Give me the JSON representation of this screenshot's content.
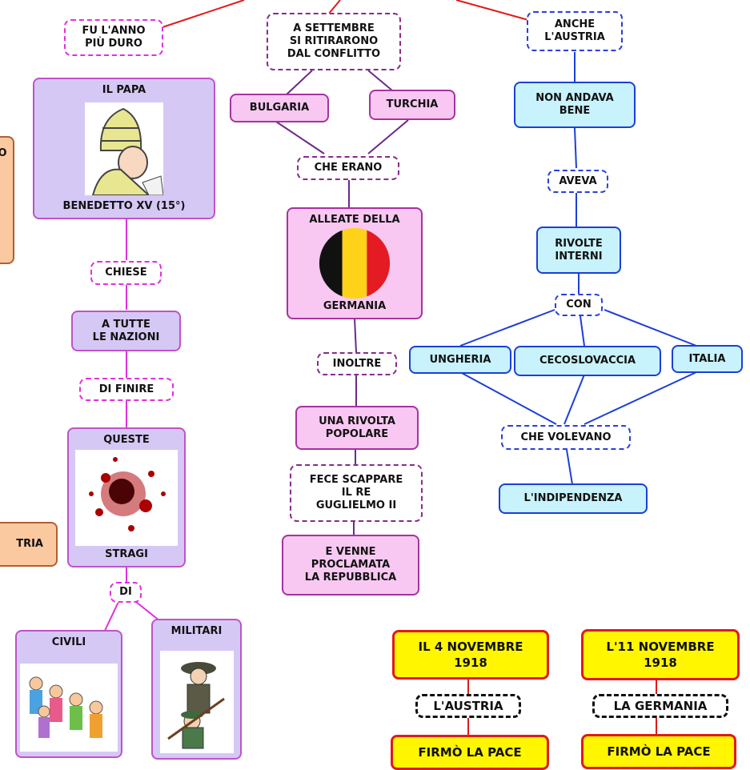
{
  "nodes": {
    "fu_anno": "FU  L'ANNO\nPIÙ DURO",
    "papa_title": "IL PAPA",
    "papa_name": "BENEDETTO XV (15°)",
    "chiese": "CHIESE",
    "nazioni": "A TUTTE\nLE NAZIONI",
    "di_finire": "DI FINIRE",
    "queste": "QUESTE",
    "stragi": "STRAGI",
    "di": "DI",
    "civili": "CIVILI",
    "militari": "MILITARI",
    "settembre": "A SETTEMBRE\nSI RITIRARONO\nDAL CONFLITTO",
    "bulgaria": "BULGARIA",
    "turchia": "TURCHIA",
    "che_erano": "CHE ERANO",
    "alleate": "ALLEATE DELLA",
    "germania": "GERMANIA",
    "inoltre": "INOLTRE",
    "rivolta": "UNA RIVOLTA\nPOPOLARE",
    "fece": "FECE SCAPPARE\nIL RE\nGUGLIELMO II",
    "venne": "E VENNE\nPROCLAMATA\nLA REPUBBLICA",
    "anche_austria": "ANCHE\nL'AUSTRIA",
    "non_andava": "NON ANDAVA\nBENE",
    "aveva": "AVEVA",
    "rivolte": "RIVOLTE\nINTERNI",
    "con": "CON",
    "ungheria": "UNGHERIA",
    "cecoslovacchia": "CECOSLOVACCIA",
    "italia": "ITALIA",
    "che_volevano": "CHE VOLEVANO",
    "indipendenza": "L'INDIPENDENZA",
    "left_top": "O",
    "left_bottom": "TRIA",
    "nov4": "IL 4 NOVEMBRE\n1918",
    "l_austria": "L'AUSTRIA",
    "firmo1": "FIRMÒ LA PACE",
    "nov11": "L'11 NOVEMBRE\n1918",
    "la_germania": "LA GERMANIA",
    "firmo2": "FIRMÒ LA PACE"
  },
  "colors": {
    "line_red": "#e11a1a",
    "line_purple": "#c052c8",
    "line_darkpurple": "#6a2a8a",
    "line_blue": "#1b3fd8"
  },
  "icons": [
    "pope-portrait-image",
    "belgium-flag-icon",
    "blood-splatter-image",
    "children-crowd-image",
    "soldiers-image"
  ]
}
